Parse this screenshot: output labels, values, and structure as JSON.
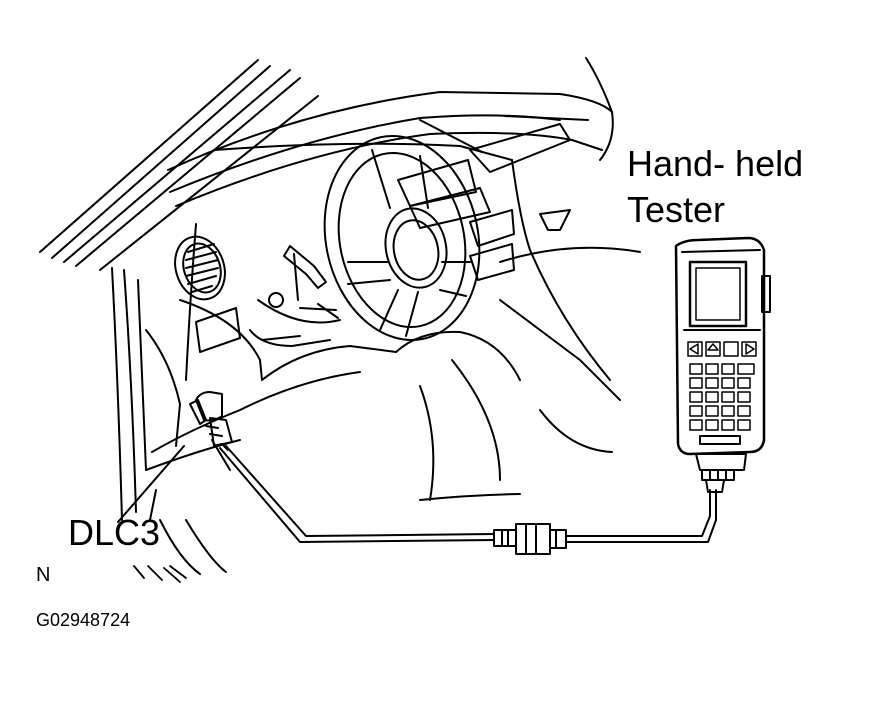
{
  "labels": {
    "tester_line1": "Hand- held",
    "tester_line2": "Tester",
    "connector": "DLC3",
    "compass": "N",
    "figure_code": "G02948724"
  },
  "colors": {
    "ink": "#000000",
    "paper": "#ffffff"
  }
}
